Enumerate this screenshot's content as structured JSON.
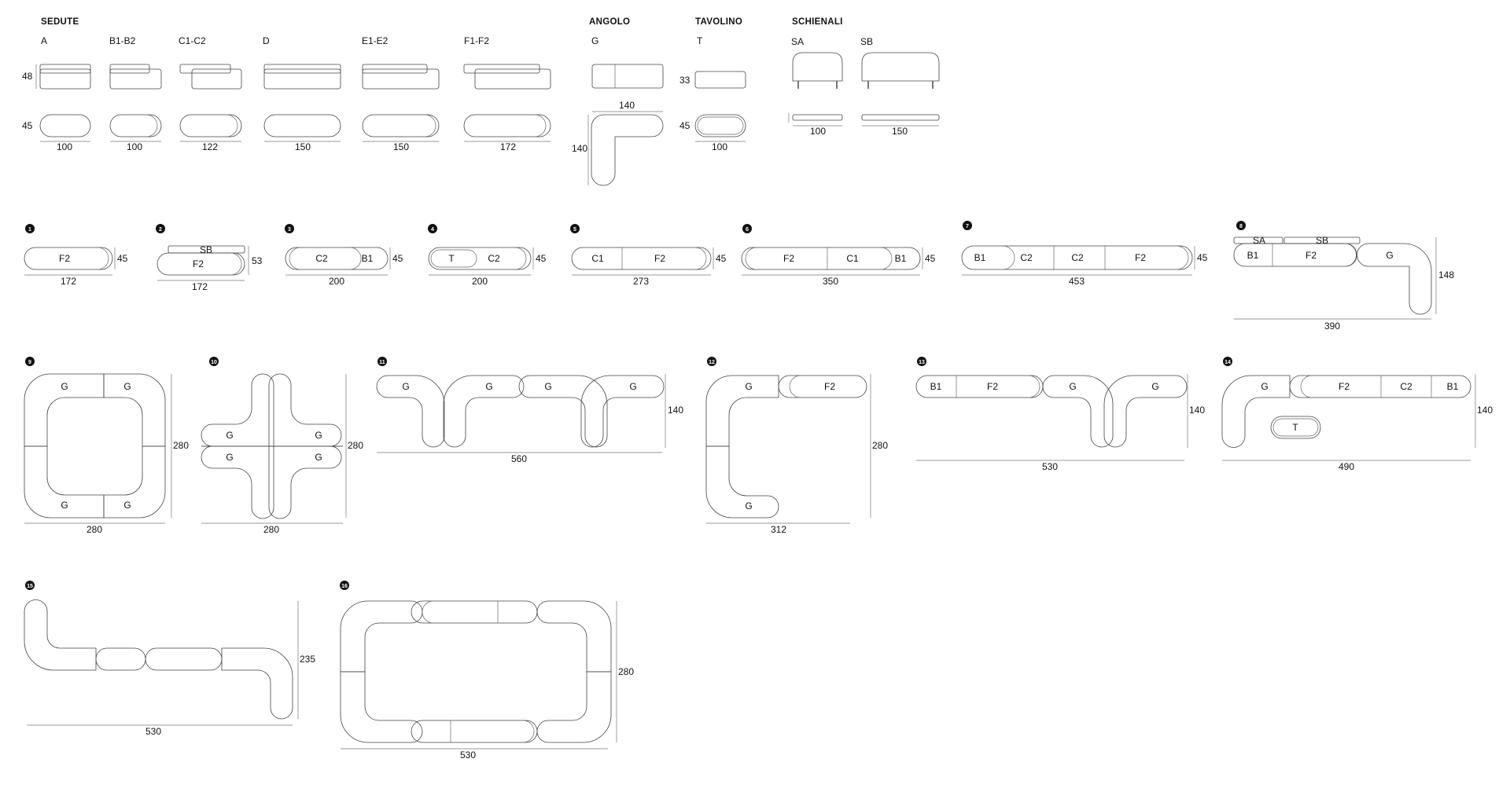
{
  "sections": {
    "seats": "SEDUTE",
    "corner": "ANGOLO",
    "table": "TAVOLINO",
    "backs": "SCHIENALI"
  },
  "modules": {
    "A": {
      "name": "A",
      "height": "48",
      "depth": "45",
      "width": "100"
    },
    "B": {
      "name": "B1-B2",
      "width": "100"
    },
    "C": {
      "name": "C1-C2",
      "width": "122"
    },
    "D": {
      "name": "D",
      "width": "150"
    },
    "E": {
      "name": "E1-E2",
      "width": "150"
    },
    "F": {
      "name": "F1-F2",
      "width": "172"
    },
    "G": {
      "name": "G",
      "width": "140",
      "depth": "140"
    },
    "T": {
      "name": "T",
      "height": "33",
      "depth": "45",
      "width": "100"
    },
    "SA": {
      "name": "SA",
      "width": "100"
    },
    "SB": {
      "name": "SB",
      "width": "150"
    }
  },
  "compositions": [
    {
      "num": "1",
      "labels": [
        "F2"
      ],
      "width": "172",
      "side": "45"
    },
    {
      "num": "2",
      "labels": [
        "SB",
        "F2"
      ],
      "width": "172",
      "side": "53"
    },
    {
      "num": "3",
      "labels": [
        "C2",
        "B1"
      ],
      "width": "200",
      "side": "45"
    },
    {
      "num": "4",
      "labels": [
        "T",
        "C2"
      ],
      "width": "200",
      "side": "45"
    },
    {
      "num": "5",
      "labels": [
        "C1",
        "F2"
      ],
      "width": "273",
      "side": "45"
    },
    {
      "num": "6",
      "labels": [
        "F2",
        "C1",
        "B1"
      ],
      "width": "350",
      "side": "45"
    },
    {
      "num": "7",
      "labels": [
        "B1",
        "C2",
        "C2",
        "F2"
      ],
      "width": "453",
      "side": "45"
    },
    {
      "num": "8",
      "labels": [
        "SA",
        "SB",
        "B1",
        "F2",
        "G"
      ],
      "width": "390",
      "side": "148"
    },
    {
      "num": "9",
      "labels": [
        "G",
        "G",
        "G",
        "G"
      ],
      "width": "280",
      "side": "280"
    },
    {
      "num": "10",
      "labels": [
        "G",
        "G",
        "G",
        "G"
      ],
      "width": "280",
      "side": "280"
    },
    {
      "num": "11",
      "labels": [
        "G",
        "G",
        "G",
        "G"
      ],
      "width": "560",
      "side": "140"
    },
    {
      "num": "12",
      "labels": [
        "G",
        "F2",
        "G"
      ],
      "width": "312",
      "side": "280"
    },
    {
      "num": "13",
      "labels": [
        "B1",
        "F2",
        "G",
        "G"
      ],
      "width": "530",
      "side": "140"
    },
    {
      "num": "14",
      "labels": [
        "G",
        "F2",
        "C2",
        "B1",
        "T"
      ],
      "width": "490",
      "side": "140"
    },
    {
      "num": "15",
      "labels": [],
      "width": "530",
      "side": "235"
    },
    {
      "num": "16",
      "labels": [],
      "width": "530",
      "side": "280"
    }
  ]
}
